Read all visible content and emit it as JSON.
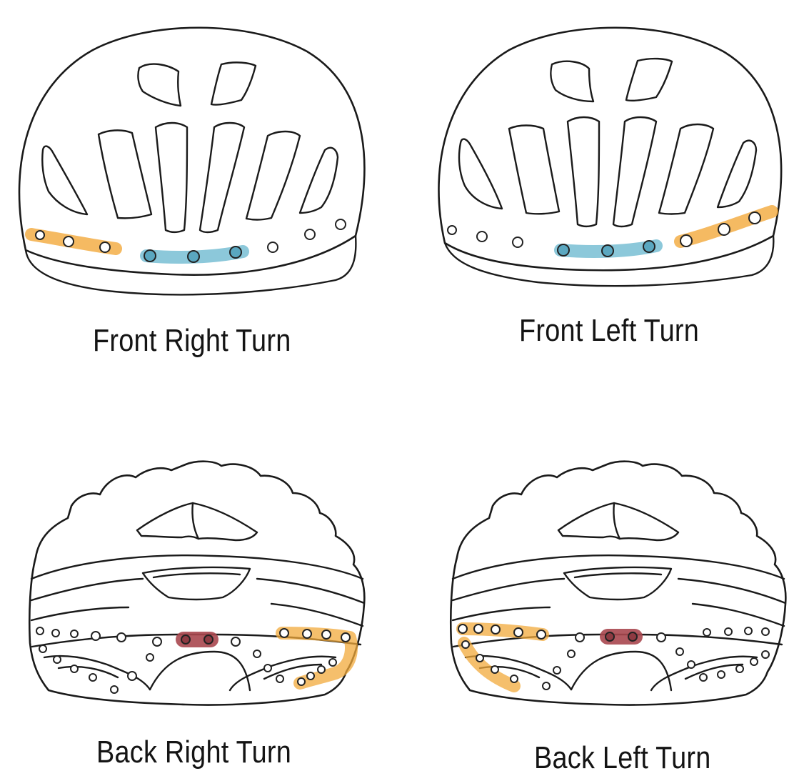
{
  "colors": {
    "turn_signal": "#f2a93b",
    "headlight": "#7fc2d6",
    "brake_light": "#a8474f",
    "outline": "#1a1a1a"
  },
  "panels": [
    {
      "id": "front-right",
      "caption": "Front Right Turn",
      "view": "front",
      "lit_side": "left"
    },
    {
      "id": "front-left",
      "caption": "Front Left Turn",
      "view": "front",
      "lit_side": "right"
    },
    {
      "id": "back-right",
      "caption": "Back Right Turn",
      "view": "back",
      "lit_side": "right"
    },
    {
      "id": "back-left",
      "caption": "Back Left Turn",
      "view": "back",
      "lit_side": "left"
    }
  ]
}
